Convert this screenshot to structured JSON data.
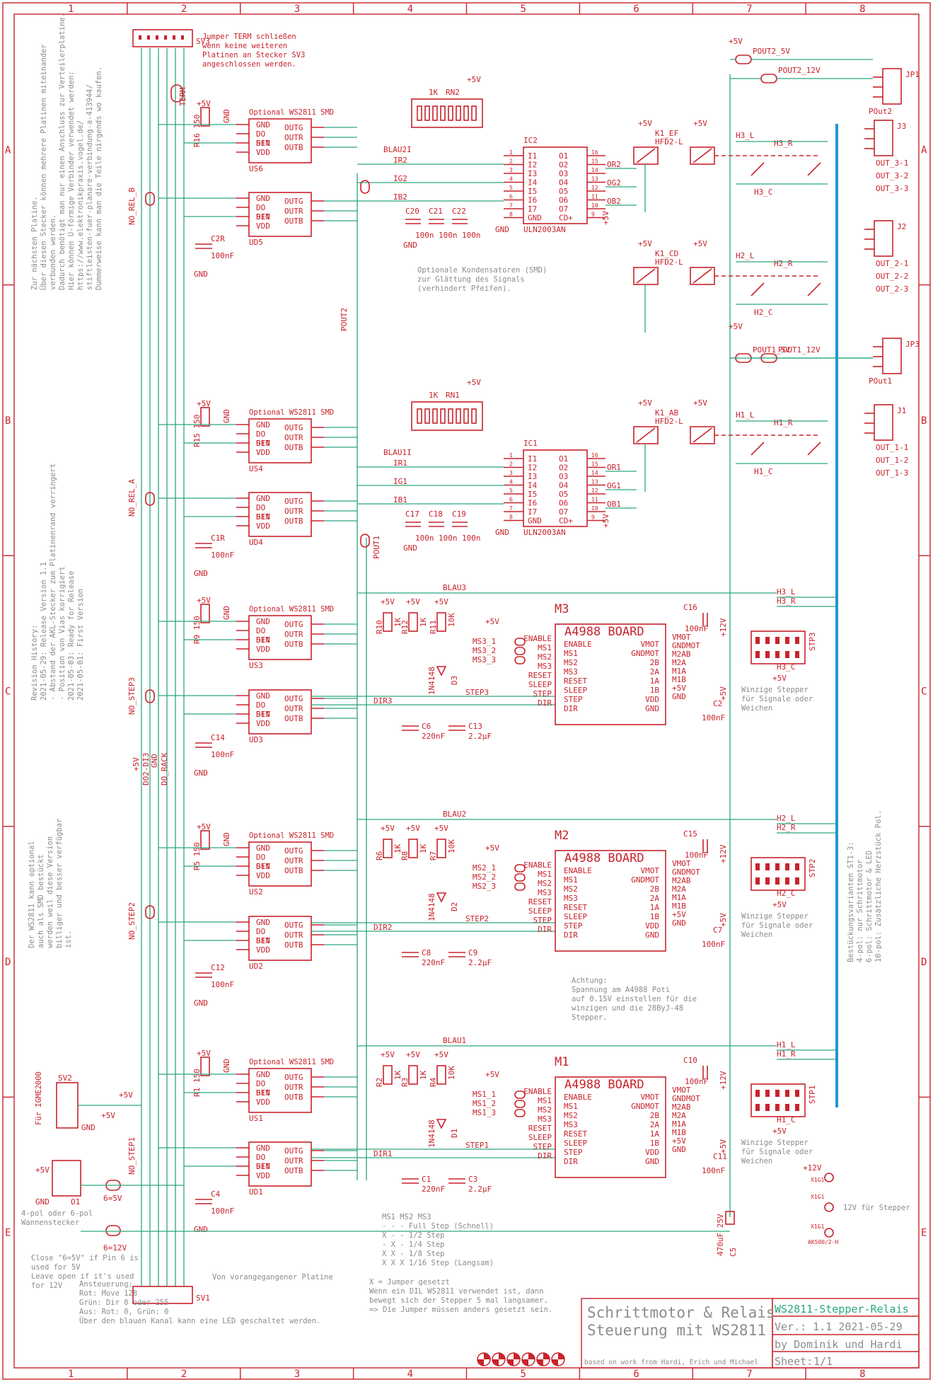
{
  "grid": {
    "columns": [
      "1",
      "2",
      "3",
      "4",
      "5",
      "6",
      "7",
      "8"
    ],
    "rows": [
      "A",
      "B",
      "C",
      "D",
      "E"
    ]
  },
  "title_block": {
    "main_line1": "Schrittmotor & Relais",
    "main_line2": "Steuerung mit WS2811",
    "credit": "based on work from Hardi, Erich und Michael",
    "project": "WS2811-Stepper-Relais",
    "version": "Ver.: 1.1 2021-05-29",
    "authors": "by Dominik und Hardi",
    "sheet_label": "Sheet:",
    "sheet_value": "1/1"
  },
  "notes": {
    "term_jumper": [
      "Jumper TERM schließen",
      "wenn keine weiteren",
      "Platinen an Stecker SV3",
      "angeschlossen werden."
    ],
    "next_board": [
      "Zur nächsten Platine.",
      "Über diesen Stecker können mehrere Platinen miteinander",
      "verbunden werden.",
      "Dadurch benötigt man nur einen Anschluss zur Verteilerplatine.",
      "Hier können U-förmige Verbinder verwendet werden:",
      "https://www.elektronikpraxis.vogel.de/",
      "stiftleisten-fuer-planare-verbindung-a-413944/",
      "Dummerweise kann man die Teile nirgends wo kaufen."
    ],
    "capacitors": [
      "Optionale Kondensatoren (SMD)",
      "zur Glättung des Signals",
      "(verhindert Pfeifen)."
    ],
    "revision": [
      "Revision History:",
      "2021-05-29: Release Version 1.1",
      " - Abstand der AKL-Stecker zum Platinenrand verringert",
      " - Position von Vias korrigiert",
      "2021-05-03: Ready for Release",
      "2021-05-01: First Version"
    ],
    "ws2811_optional": [
      "Der WS2811 kann optional",
      "auch als SMD bestückt",
      "werden weil diese Version",
      "billiger und besser verfügbar",
      "ist."
    ],
    "attention": [
      "Achtung:",
      "Spannung am A4988 Poti",
      "auf 0.15V einstellen für die",
      "winzigen und die 28ByJ-48",
      "Stepper."
    ],
    "bestueckung": [
      "Bestückungsvarianten ST1-3:",
      "4-pol: nur Schrittmotor",
      "6-pol: Schrittmotor & LED",
      "10-pol: Zusätzliche Herzstück Pol."
    ],
    "stepper_note": [
      "Winzige Stepper",
      "für Signale oder",
      "Weichen"
    ],
    "stepper12v": "12V für Stepper",
    "close_6v": [
      "Close \"6=5V\" if Pin 6 is",
      "used for 5V",
      "Leave open if it's used",
      "for 12V"
    ],
    "prev_board": "Von vorangegangener Platine",
    "wannen": [
      "4-pol oder 6-pol",
      "Wannenstecker"
    ],
    "ansteuerung": [
      "Ansteuerung:",
      "Rot: Move 128",
      "Grün: Dir 0 oder 255",
      "Aus: Rot: 0, Grün: 0",
      "Über den blauen Kanal kann eine LED geschaltet werden."
    ],
    "step_table": [
      "MS1 MS2 MS3",
      " -   -   -     Full Step (Schnell)",
      " X   -   -     1/2 Step",
      " -   X   -     1/4 Step",
      " X   X   -     1/8 Step",
      " X   X   X     1/16 Step (Langsam)"
    ],
    "jumper_note": [
      "X = Jumper gesetzt",
      "Wenn ein DIL WS2811 verwendet ist, dann",
      "bewegt sich der Stepper 5 mal langsamer.",
      "=> Die Jumper müssen anders gesetzt sein."
    ],
    "ws2811_smd": "Optional WS2811 SMD",
    "fur_ig": "Für IGME2000"
  },
  "connectors": {
    "sv1": "SV1",
    "sv2": "SV2",
    "sv3": "SV3",
    "jp1": "JP1",
    "jp3": "JP3",
    "j1": "J1",
    "j2": "J2",
    "j3": "J3",
    "pout1": "POut1",
    "pout2": "POut2",
    "stp1": "STP1",
    "stp2": "STP2",
    "stp3": "STP3",
    "term": "TERM"
  },
  "labels": {
    "plus5v": "+5V",
    "plus12v": "+12V",
    "gnd": "GND",
    "rn1": "RN1",
    "rn2": "RN2",
    "k1": "1K",
    "ic1": "IC1",
    "ic2": "IC2",
    "uln": "ULN2003AN",
    "hfd": "HFD2-L",
    "k1_ab": "K1_AB",
    "k1_cd": "K1_CD",
    "k1_ef": "K1_EF",
    "a4988": "A4988 BOARD",
    "m1": "M1",
    "m2": "M2",
    "m3": "M3",
    "no_rel_a": "NO_REL_A",
    "no_rel_b": "NO_REL_B",
    "no_step1": "NO_STEP1",
    "no_step2": "NO_STEP2",
    "no_step3": "NO_STEP3",
    "pout1_net": "POUT1",
    "pout2_net": "POUT2",
    "pout1_5v": "POUT1_5V",
    "pout1_12v": "POUT1_12V",
    "pout2_5v": "POUT2_5V",
    "pout2_12v": "POUT2_12V",
    "blau1": "BLAU1",
    "blau2": "BLAU2",
    "blau3": "BLAU3",
    "blau1i": "BLAU1I",
    "blau2i": "BLAU2I",
    "ir1": "IR1",
    "ig1": "IG1",
    "ib1": "IB1",
    "ir2": "IR2",
    "ig2": "IG2",
    "ib2": "IB2",
    "or1": "OR1",
    "og1": "OG1",
    "ob1": "OB1",
    "or2": "OR2",
    "og2": "OG2",
    "ob2": "OB2",
    "step1": "STEP1",
    "step2": "STEP2",
    "step3": "STEP3",
    "dir1": "DIR1",
    "dir2": "DIR2",
    "dir3": "DIR3",
    "do_rack": "DO_RACK",
    "do2_di3": "DO2-DI3",
    "out_1_1": "OUT_1-1",
    "out_1_2": "OUT_1-2",
    "out_1_3": "OUT_1-3",
    "out_2_1": "OUT_2-1",
    "out_2_2": "OUT_2-2",
    "out_2_3": "OUT_2-3",
    "out_3_1": "OUT_3-1",
    "out_3_2": "OUT_3-2",
    "out_3_3": "OUT_3-3",
    "h1_l": "H1_L",
    "h1_r": "H1_R",
    "h1_c": "H1_C",
    "h2_l": "H2_L",
    "h2_r": "H2_R",
    "h2_c": "H2_C",
    "h3_l": "H3_L",
    "h3_r": "H3_R",
    "h3_c": "H3_C",
    "j6_5v": "6=5V",
    "j6_12v": "6=12V",
    "c5": "C5",
    "c5_val": "470uF 25V",
    "c100n": "100nF",
    "c220n": "220nF",
    "c2u2": "2.2µF",
    "c100n_s": "100n",
    "r10k": "10K",
    "r150": "150",
    "d1n4148": "1N4148",
    "x1g": "X1G1",
    "ak500": "AK500/2-H",
    "o1": "O1"
  },
  "ws_pins": [
    "GND",
    "DO",
    "DIN",
    "VDD"
  ],
  "ws_pins_right": [
    "OUTG",
    "OUTR",
    "OUTB"
  ],
  "ws_set": "SET",
  "a4988_left": [
    "ENABLE",
    "MS1",
    "MS2",
    "MS3",
    "RESET",
    "SLEEP",
    "STEP",
    "DIR"
  ],
  "a4988_right": [
    "VMOT",
    "GNDMOT",
    "2B",
    "2A",
    "1A",
    "1B",
    "VDD",
    "GND"
  ],
  "uln_left": [
    "I1",
    "I2",
    "I3",
    "I4",
    "I5",
    "I6",
    "I7",
    "GND"
  ],
  "uln_right": [
    "O1",
    "O2",
    "O3",
    "O4",
    "O5",
    "O6",
    "O7",
    "CD+"
  ],
  "ws_modules": [
    {
      "name": "US6",
      "r": "R16"
    },
    {
      "name": "UD5",
      "r": "R16"
    },
    {
      "name": "US4",
      "r": "R15"
    },
    {
      "name": "UD4",
      "r": "R15"
    },
    {
      "name": "US3",
      "r": "R9"
    },
    {
      "name": "UD3",
      "r": "R9"
    },
    {
      "name": "US2",
      "r": "R5"
    },
    {
      "name": "UD2",
      "r": "R5"
    },
    {
      "name": "US1",
      "r": "R1"
    },
    {
      "name": "UD1",
      "r": "R1"
    }
  ],
  "motor_blocks": [
    {
      "m": "M3",
      "r": [
        "R10",
        "R12",
        "R11"
      ],
      "ms": [
        "MS3_1",
        "MS3_2",
        "MS3_3"
      ],
      "d": "D3",
      "c": [
        "C6",
        "C13",
        "C16",
        "C2"
      ],
      "m_pins": [
        "M2AB",
        "M2A",
        "M1A",
        "M1B"
      ]
    },
    {
      "m": "M2",
      "r": [
        "R6",
        "R8",
        "R7"
      ],
      "ms": [
        "MS2_1",
        "MS2_2",
        "MS2_3"
      ],
      "d": "D2",
      "c": [
        "C8",
        "C9",
        "C15",
        "C7"
      ],
      "m_pins": [
        "M2AB",
        "M2A",
        "M1A",
        "M1B"
      ]
    },
    {
      "m": "M1",
      "r": [
        "R2",
        "R3",
        "R4"
      ],
      "ms": [
        "MS1_1",
        "MS1_2",
        "MS1_3"
      ],
      "d": "D1",
      "c": [
        "C1",
        "C3",
        "C10",
        "C11"
      ],
      "m_pins": [
        "M2AB",
        "M2A",
        "M1A",
        "M1B"
      ]
    }
  ],
  "caps_ws": [
    "C2R",
    "C1R",
    "C14",
    "C12",
    "C4"
  ],
  "caps_uln_top": [
    "C20",
    "C21",
    "C22"
  ],
  "caps_uln_bot": [
    "C17",
    "C18",
    "C19"
  ]
}
